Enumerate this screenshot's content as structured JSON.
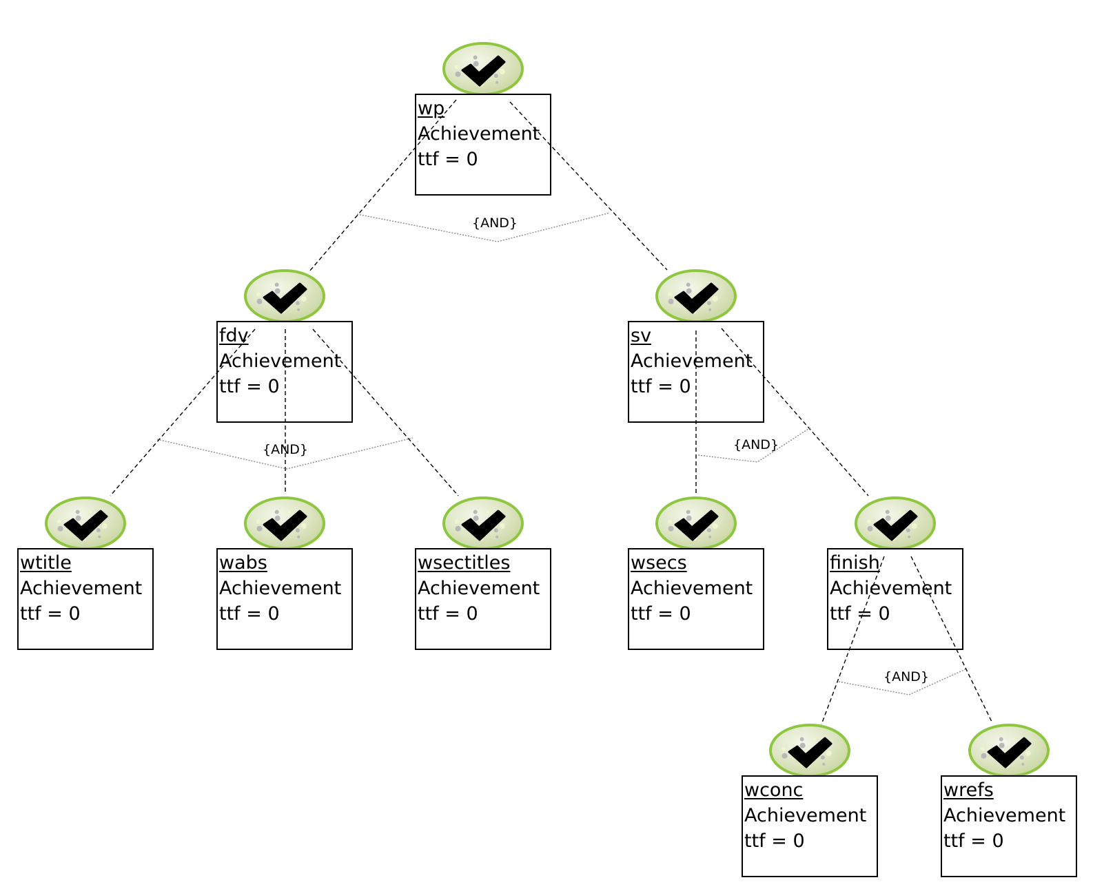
{
  "goal_model": {
    "nodes": [
      {
        "id": "wp",
        "name": "wp",
        "type": "Achievement",
        "ttf": "ttf = 0",
        "status_icon": "check-icon"
      },
      {
        "id": "fdv",
        "name": "fdv",
        "type": "Achievement",
        "ttf": "ttf = 0",
        "status_icon": "check-icon"
      },
      {
        "id": "sv",
        "name": "sv",
        "type": "Achievement",
        "ttf": "ttf = 0",
        "status_icon": "check-icon"
      },
      {
        "id": "wtitle",
        "name": "wtitle",
        "type": "Achievement",
        "ttf": "ttf = 0",
        "status_icon": "check-icon"
      },
      {
        "id": "wabs",
        "name": "wabs",
        "type": "Achievement",
        "ttf": "ttf = 0",
        "status_icon": "check-icon"
      },
      {
        "id": "wsectitles",
        "name": "wsectitles",
        "type": "Achievement",
        "ttf": "ttf = 0",
        "status_icon": "check-icon"
      },
      {
        "id": "wsecs",
        "name": "wsecs",
        "type": "Achievement",
        "ttf": "ttf = 0",
        "status_icon": "check-icon"
      },
      {
        "id": "finish",
        "name": "finish",
        "type": "Achievement",
        "ttf": "ttf = 0",
        "status_icon": "check-icon"
      },
      {
        "id": "wconc",
        "name": "wconc",
        "type": "Achievement",
        "ttf": "ttf = 0",
        "status_icon": "check-icon"
      },
      {
        "id": "wrefs",
        "name": "wrefs",
        "type": "Achievement",
        "ttf": "ttf = 0",
        "status_icon": "check-icon"
      }
    ],
    "refinements": [
      {
        "parent": "wp",
        "children": [
          "fdv",
          "sv"
        ],
        "label": "{AND}"
      },
      {
        "parent": "fdv",
        "children": [
          "wtitle",
          "wabs",
          "wsectitles"
        ],
        "label": "{AND}"
      },
      {
        "parent": "sv",
        "children": [
          "wsecs",
          "finish"
        ],
        "label": "{AND}"
      },
      {
        "parent": "finish",
        "children": [
          "wconc",
          "wrefs"
        ],
        "label": "{AND}"
      }
    ],
    "colors": {
      "badge_ring": "#8ec63f",
      "badge_fill": "#e8f0c8",
      "check": "#000000"
    }
  }
}
